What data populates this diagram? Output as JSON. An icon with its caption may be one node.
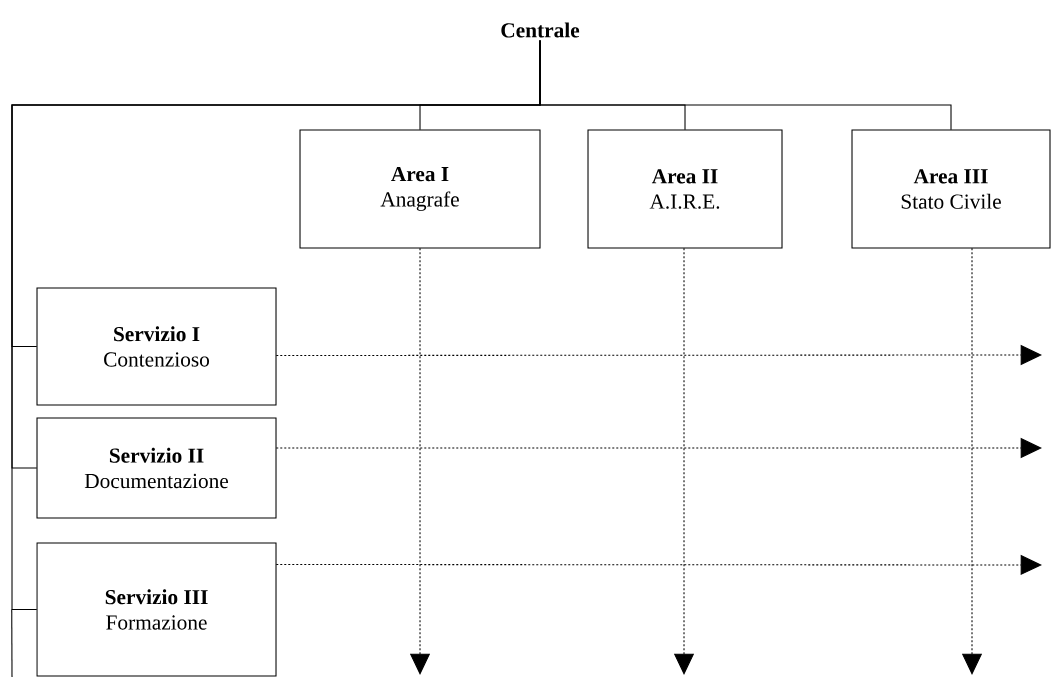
{
  "diagram": {
    "nodes": [
      {
        "text": [
          "Centrale"
        ]
      },
      {
        "text": [
          "Area I",
          "Anagrafe"
        ]
      },
      {
        "text": [
          "Area II",
          "A.I.R.E."
        ]
      },
      {
        "text": [
          "Area III",
          "Stato Civile"
        ]
      },
      {
        "text": [
          "Servizio I",
          "Contenzioso"
        ]
      },
      {
        "text": [
          "Servizio II",
          "Documentazione"
        ]
      },
      {
        "text": [
          "Servizio III",
          "Formazione"
        ]
      }
    ],
    "edges": [
      {
        "from": 0,
        "to": 1,
        "arrow": "none"
      },
      {
        "from": 0,
        "to": 2,
        "arrow": "none"
      },
      {
        "from": 0,
        "to": 3,
        "arrow": "none"
      },
      {
        "from": 0,
        "to": 4,
        "arrow": "none"
      },
      {
        "from": 0,
        "to": 5,
        "arrow": "none"
      },
      {
        "from": 0,
        "to": 6,
        "arrow": "none"
      },
      {
        "from": 1,
        "to": null,
        "arrow": "to",
        "style": "dashed"
      },
      {
        "from": 2,
        "to": null,
        "arrow": "to",
        "style": "dashed"
      },
      {
        "from": 3,
        "to": null,
        "arrow": "to",
        "style": "dashed"
      },
      {
        "from": 4,
        "to": null,
        "arrow": "to",
        "style": "dashed"
      },
      {
        "from": 5,
        "to": null,
        "arrow": "to",
        "style": "dashed"
      },
      {
        "from": 6,
        "to": null,
        "arrow": "to",
        "style": "dashed"
      }
    ]
  }
}
